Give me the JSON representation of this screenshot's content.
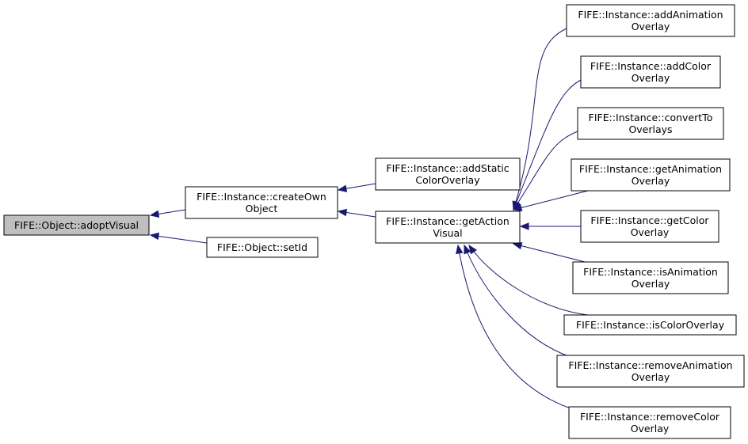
{
  "diagram": {
    "nodes": [
      {
        "id": "adoptVisual",
        "lines": [
          "FIFE::Object::adoptVisual"
        ],
        "root": true
      },
      {
        "id": "createOwnObject",
        "lines": [
          "FIFE::Instance::createOwn",
          "Object"
        ]
      },
      {
        "id": "setId",
        "lines": [
          "FIFE::Object::setId"
        ]
      },
      {
        "id": "addStaticColorOverlay",
        "lines": [
          "FIFE::Instance::addStatic",
          "ColorOverlay"
        ]
      },
      {
        "id": "getActionVisual",
        "lines": [
          "FIFE::Instance::getAction",
          "Visual"
        ]
      },
      {
        "id": "addAnimationOverlay",
        "lines": [
          "FIFE::Instance::addAnimation",
          "Overlay"
        ]
      },
      {
        "id": "addColorOverlay",
        "lines": [
          "FIFE::Instance::addColor",
          "Overlay"
        ]
      },
      {
        "id": "convertToOverlays",
        "lines": [
          "FIFE::Instance::convertTo",
          "Overlays"
        ]
      },
      {
        "id": "getAnimationOverlay",
        "lines": [
          "FIFE::Instance::getAnimation",
          "Overlay"
        ]
      },
      {
        "id": "getColorOverlay",
        "lines": [
          "FIFE::Instance::getColor",
          "Overlay"
        ]
      },
      {
        "id": "isAnimationOverlay",
        "lines": [
          "FIFE::Instance::isAnimation",
          "Overlay"
        ]
      },
      {
        "id": "isColorOverlay",
        "lines": [
          "FIFE::Instance::isColorOverlay"
        ]
      },
      {
        "id": "removeAnimationOverlay",
        "lines": [
          "FIFE::Instance::removeAnimation",
          "Overlay"
        ]
      },
      {
        "id": "removeColorOverlay",
        "lines": [
          "FIFE::Instance::removeColor",
          "Overlay"
        ]
      }
    ],
    "edges": [
      {
        "from": "createOwnObject",
        "to": "adoptVisual"
      },
      {
        "from": "setId",
        "to": "adoptVisual"
      },
      {
        "from": "addStaticColorOverlay",
        "to": "createOwnObject"
      },
      {
        "from": "getActionVisual",
        "to": "createOwnObject"
      },
      {
        "from": "addAnimationOverlay",
        "to": "getActionVisual"
      },
      {
        "from": "addColorOverlay",
        "to": "getActionVisual"
      },
      {
        "from": "convertToOverlays",
        "to": "getActionVisual"
      },
      {
        "from": "getAnimationOverlay",
        "to": "getActionVisual"
      },
      {
        "from": "getColorOverlay",
        "to": "getActionVisual"
      },
      {
        "from": "isAnimationOverlay",
        "to": "getActionVisual"
      },
      {
        "from": "isColorOverlay",
        "to": "getActionVisual"
      },
      {
        "from": "removeAnimationOverlay",
        "to": "getActionVisual"
      },
      {
        "from": "removeColorOverlay",
        "to": "getActionVisual"
      }
    ],
    "colors": {
      "edge": "#191970",
      "root_fill": "#bfbfbf",
      "node_fill": "#ffffff",
      "border": "#000000"
    }
  }
}
